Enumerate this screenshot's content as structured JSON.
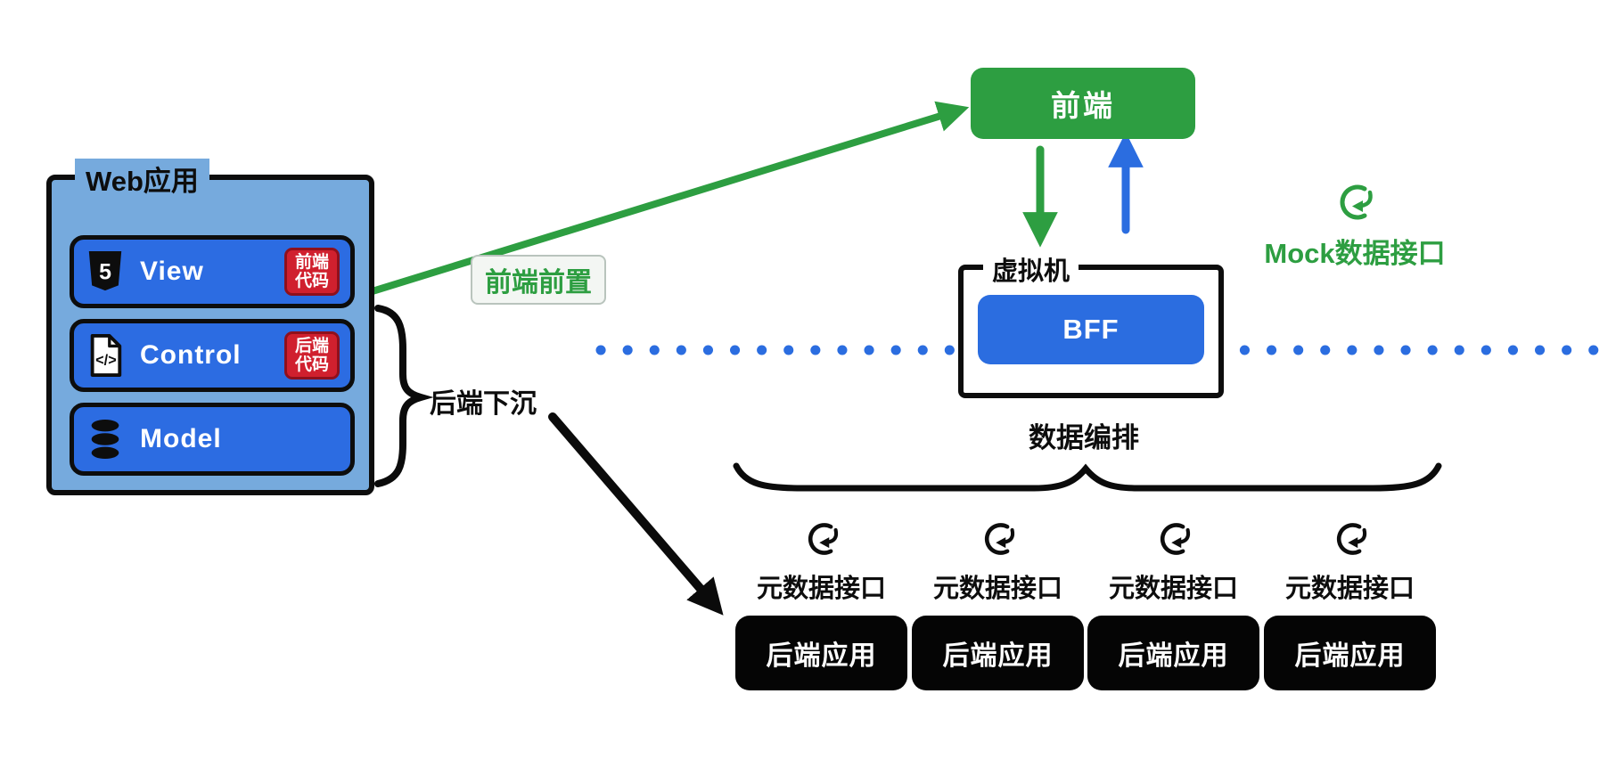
{
  "colors": {
    "green": "#2d9e41",
    "blue": "#2b6de0",
    "light_blue": "#76aadd",
    "red": "#d0202e",
    "black": "#0d0d0d"
  },
  "web_app": {
    "title": "Web应用",
    "layers": [
      {
        "name": "View",
        "badge": {
          "line1": "前端",
          "line2": "代码"
        }
      },
      {
        "name": "Control",
        "badge": {
          "line1": "后端",
          "line2": "代码"
        }
      },
      {
        "name": "Model"
      }
    ]
  },
  "labels": {
    "frontend_forward": "前端前置",
    "backend_sink": "后端下沉",
    "vm": "虚拟机",
    "mock_api": "Mock数据接口",
    "orchestration": "数据编排"
  },
  "nodes": {
    "frontend": "前端",
    "bff": "BFF"
  },
  "backend": {
    "groups": [
      {
        "api": "元数据接口",
        "app": "后端应用"
      },
      {
        "api": "元数据接口",
        "app": "后端应用"
      },
      {
        "api": "元数据接口",
        "app": "后端应用"
      },
      {
        "api": "元数据接口",
        "app": "后端应用"
      }
    ]
  }
}
